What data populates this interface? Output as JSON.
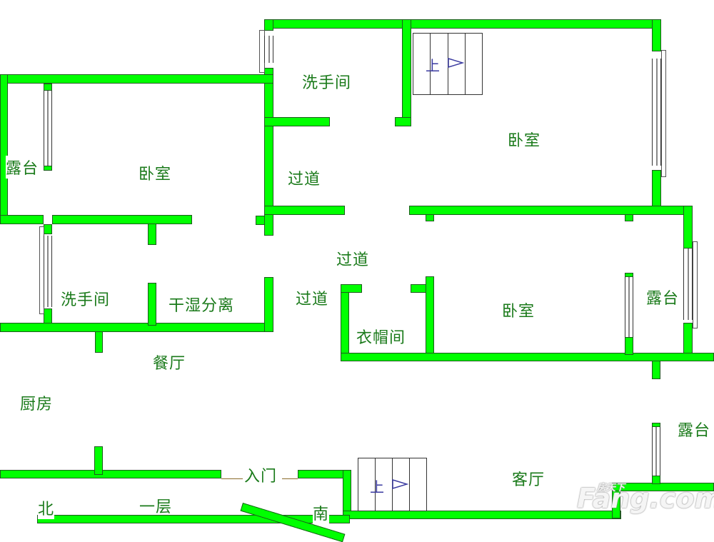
{
  "plan": {
    "title": "一层",
    "floor_label": "一层",
    "orientation": {
      "north": "北",
      "south": "南"
    },
    "wall_color": "#00ff00",
    "label_color": "#1a7a1a",
    "stair_color": "#3a3aa0"
  },
  "rooms": {
    "bedroom_nw": "卧室",
    "balcony_w": "露台",
    "bathroom_n": "洗手间",
    "corridor_1": "过道",
    "bedroom_ne": "卧室",
    "bathroom_w": "洗手间",
    "dry_wet": "干湿分离",
    "corridor_2": "过道",
    "corridor_3": "过道",
    "closet": "衣帽间",
    "bedroom_e": "卧室",
    "balcony_e": "露台",
    "dining": "餐厅",
    "kitchen": "厨房",
    "entrance": "入门",
    "living": "客厅",
    "balcony_se": "露台"
  },
  "stairs": [
    {
      "label": "上",
      "direction": "up"
    },
    {
      "label": "上",
      "direction": "up"
    }
  ],
  "watermark": {
    "brand": "Fang.com",
    "sub": "房天下"
  }
}
